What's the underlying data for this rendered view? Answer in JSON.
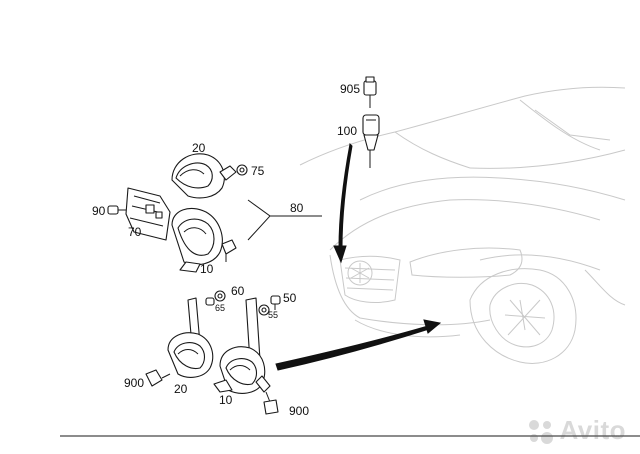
{
  "labels": {
    "l905": "905",
    "l100": "100",
    "l20_top": "20",
    "l75": "75",
    "l90": "90",
    "l80": "80",
    "l70": "70",
    "l10_top": "10",
    "l60": "60",
    "l65": "65",
    "l50": "50",
    "l55": "55",
    "l900_left": "900",
    "l20_bottom": "20",
    "l10_bottom": "10",
    "l900_right": "900"
  },
  "watermark": {
    "text": "Avito",
    "icon": "avito-dots-icon"
  },
  "colors": {
    "line": "#1a1a1a",
    "car_outline": "#c9c9c9",
    "watermark": "#555555"
  }
}
